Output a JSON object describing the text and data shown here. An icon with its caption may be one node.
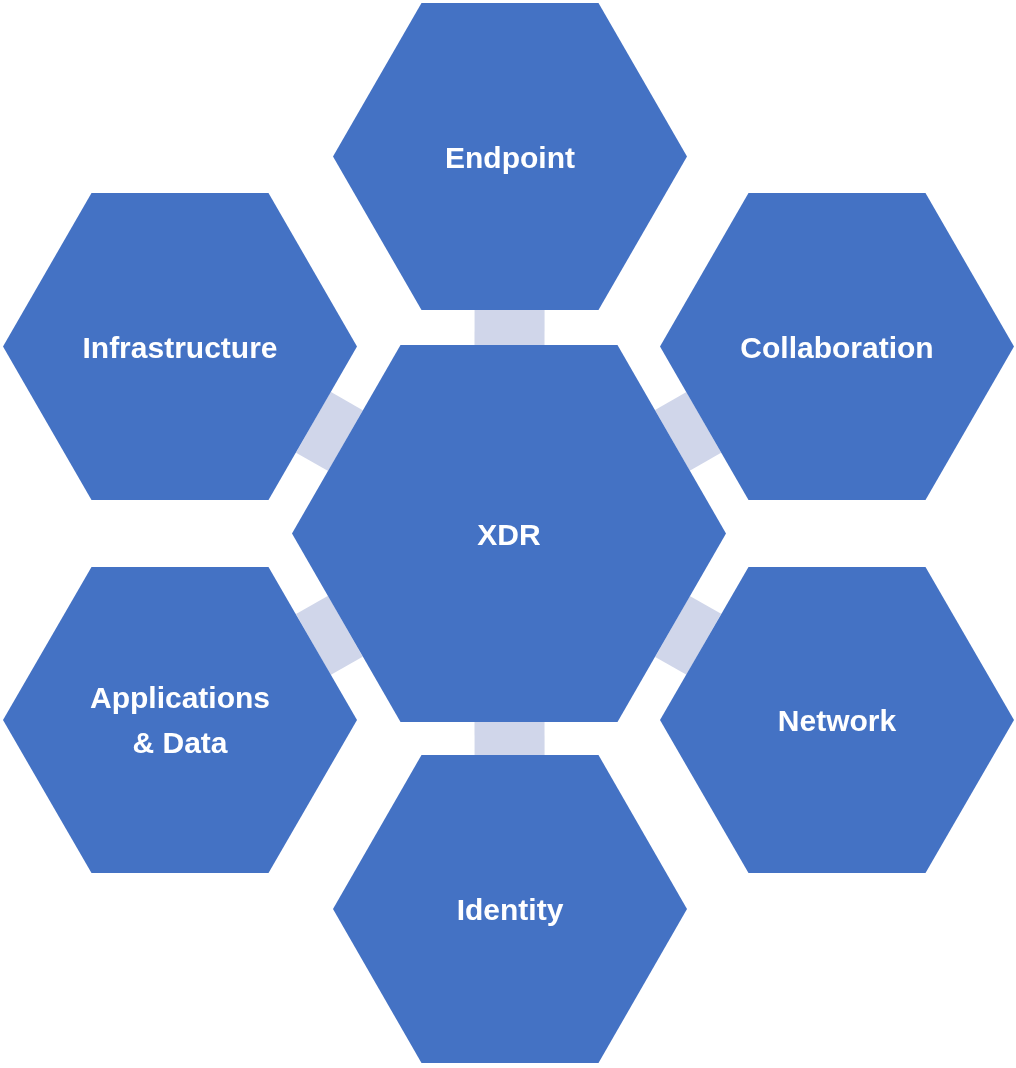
{
  "diagram": {
    "nodes": [
      {
        "text": [
          "Endpoint"
        ]
      },
      {
        "text": [
          "Infrastructure"
        ]
      },
      {
        "text": [
          "Collaboration"
        ]
      },
      {
        "text": [
          "XDR"
        ]
      },
      {
        "text": [
          "Applications & Data"
        ]
      },
      {
        "text": [
          "Network"
        ]
      },
      {
        "text": [
          "Identity"
        ]
      }
    ],
    "edges": [
      {
        "from": 3,
        "to": 0,
        "arrow": "none"
      },
      {
        "from": 3,
        "to": 1,
        "arrow": "none"
      },
      {
        "from": 3,
        "to": 2,
        "arrow": "none"
      },
      {
        "from": 3,
        "to": 4,
        "arrow": "none"
      },
      {
        "from": 3,
        "to": 5,
        "arrow": "none"
      },
      {
        "from": 3,
        "to": 6,
        "arrow": "none"
      }
    ]
  }
}
